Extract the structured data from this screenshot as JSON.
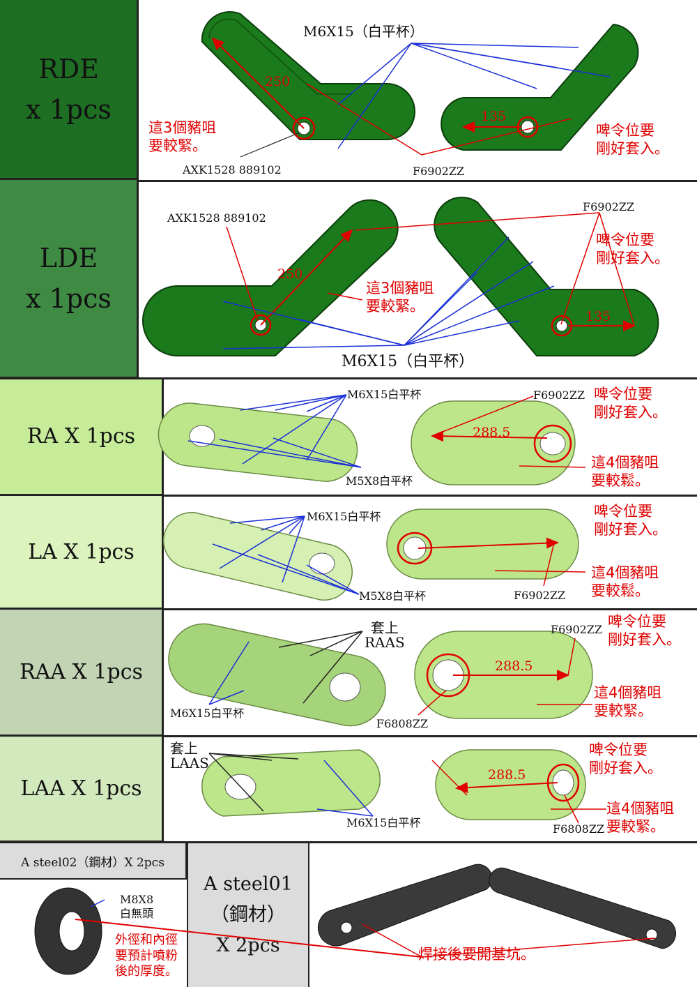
{
  "colors": {
    "rde_bg": "#1e6e24",
    "lde_bg": "#3f8b44",
    "ra_bg": "#c6ec9a",
    "la_bg": "#dcf3bd",
    "raa_bg": "#c3d4b5",
    "laa_bg": "#d1e9bd",
    "steel_bg": "#dcdcdc",
    "dark_part": "#1b7a1b",
    "light_part": "#bde68a",
    "steel_part": "#3a3a3a",
    "annotation_red": "#e00000",
    "leader_blue": "#1a2fd6"
  },
  "rows": {
    "rde": {
      "title": "RDE\nx 1pcs",
      "screw_label": "M6X15（白平杯）",
      "bearing_label": "F6902ZZ",
      "part_label": "AXK1528 889102",
      "dim_long": "250",
      "dim_short": "135",
      "note_tighten": "這3個豬咀\n要較緊。",
      "note_fit": "啤令位要\n剛好套入。"
    },
    "lde": {
      "title": "LDE\nx 1pcs",
      "screw_label": "M6X15（白平杯）",
      "bearing_label": "F6902ZZ",
      "part_label": "AXK1528 889102",
      "dim_long": "250",
      "dim_short": "135",
      "note_tighten": "這3個豬咀\n要較緊。",
      "note_fit": "啤令位要\n剛好套入。"
    },
    "ra": {
      "title": "RA X 1pcs",
      "screw_label": "M6X15白平杯",
      "screw_label2": "M5X8白平杯",
      "bearing_label": "F6902ZZ",
      "dim": "288.5",
      "note_fit": "啤令位要\n剛好套入。",
      "note_loose": "這4個豬咀\n要較鬆。"
    },
    "la": {
      "title": "LA X 1pcs",
      "screw_label": "M6X15白平杯",
      "screw_label2": "M5X8白平杯",
      "bearing_label": "F6902ZZ",
      "note_fit": "啤令位要\n剛好套入。",
      "note_loose": "這4個豬咀\n要較鬆。"
    },
    "raa": {
      "title": "RAA X 1pcs",
      "sleeve_label": "套上\nRAAS",
      "screw_label": "M6X15白平杯",
      "bearing_label": "F6902ZZ",
      "bearing_label2": "F6808ZZ",
      "dim": "288.5",
      "note_fit": "啤令位要\n剛好套入。",
      "note_tighten": "這4個豬咀\n要較緊。"
    },
    "laa": {
      "title": "LAA X 1pcs",
      "sleeve_label": "套上\nLAAS",
      "screw_label": "M6X15白平杯",
      "bearing_label": "F6808ZZ",
      "dim": "288.5",
      "note_fit": "啤令位要\n剛好套入。",
      "note_tighten": "這4個豬咀\n要較緊。"
    },
    "steel": {
      "title_small": "A steel02（鋼材）X 2pcs",
      "title_big": "A steel01\n（鋼材）\nX 2pcs",
      "screw_label": "M8X8\n白無頭",
      "note_od": "外徑和內徑\n要預計噴粉\n後的厚度。",
      "note_weld": "焊接後要開基坑。"
    }
  }
}
